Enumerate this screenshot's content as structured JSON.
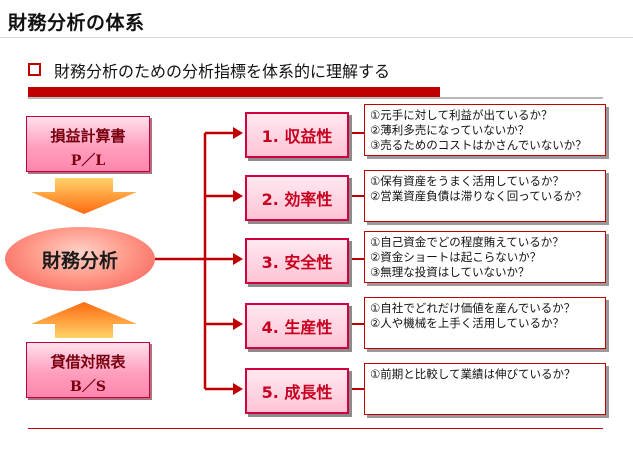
{
  "page": {
    "title": "財務分析の体系",
    "subtitle": "財務分析のための分析指標を体系的に理解する"
  },
  "sources": {
    "pl": {
      "name": "損益計算書",
      "abbr": "P／L"
    },
    "bs": {
      "name": "貸借対照表",
      "abbr": "B／S"
    }
  },
  "center": {
    "label": "財務分析"
  },
  "categories": [
    {
      "label": "1. 収益性",
      "lines": [
        "①元手に対して利益が出ているか？",
        "②薄利多売になっていないか？",
        "③売るためのコストはかさんでいないか？"
      ]
    },
    {
      "label": "2. 効率性",
      "lines": [
        "①保有資産をうまく活用しているか？",
        "②営業資産負債は滞りなく回っているか？"
      ]
    },
    {
      "label": "3. 安全性",
      "lines": [
        "①自己資金でどの程度賄えているか？",
        "②資金ショートは起こらないか？",
        "③無理な投資はしていないか？"
      ]
    },
    {
      "label": "4. 生産性",
      "lines": [
        "①自社でどれだけ価値を産んでいるか？",
        "②人や機械を上手く活用しているか？"
      ]
    },
    {
      "label": "5. 成長性",
      "lines": [
        "①前期と比較して業績は伸びているか？"
      ]
    }
  ],
  "colors": {
    "accent": "#c00000",
    "arrow_orange": "#ff7a10",
    "connector": "#c00000"
  }
}
